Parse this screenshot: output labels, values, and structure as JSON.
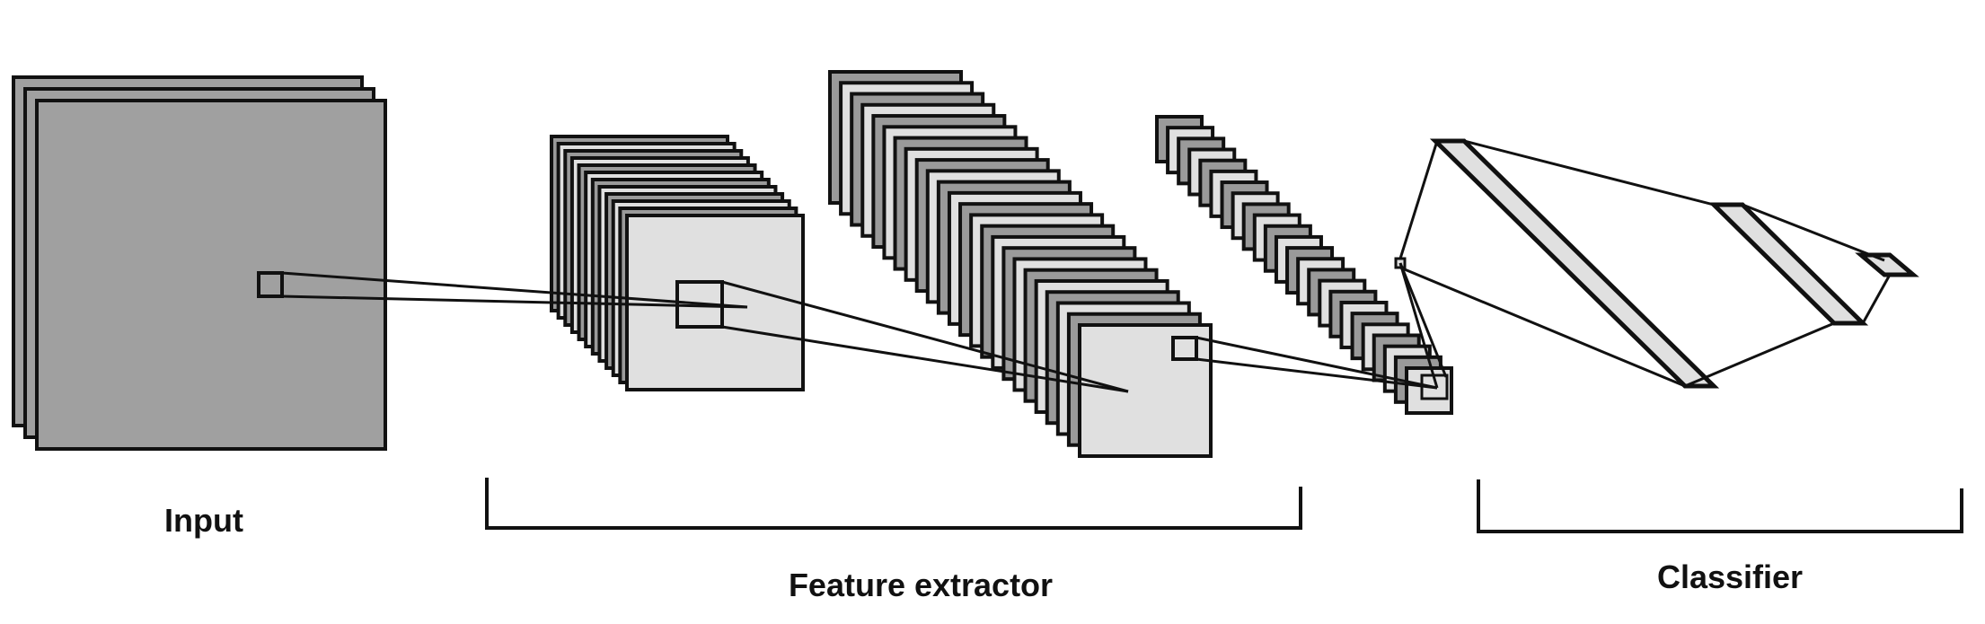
{
  "labels": {
    "input": "Input",
    "feature_extractor": "Feature extractor",
    "classifier": "Classifier"
  },
  "colors": {
    "stroke": "#111111",
    "input_fill": "#a0a0a0",
    "feature_fill_light": "#e0e0e0",
    "feature_fill_dark": "#9a9a9a",
    "background": "#ffffff"
  },
  "stacks": {
    "input_maps": 3,
    "conv1_maps": 12,
    "conv2_maps": 24,
    "conv3_maps": 24
  }
}
